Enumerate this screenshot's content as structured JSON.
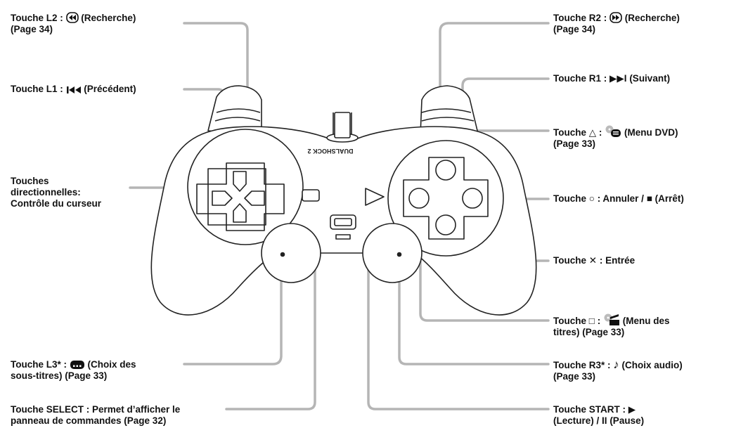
{
  "diagram": {
    "model_text": "DUALSHOCK 2",
    "labels": {
      "l2": {
        "key": "Touche L2 :",
        "desc": "(Recherche)",
        "page": "(Page 34)"
      },
      "l1": {
        "key": "Touche L1 :",
        "desc": "(Précédent)"
      },
      "dpad": {
        "line1": "Touches",
        "line2": "directionnelles:",
        "line3": "Contrôle du curseur"
      },
      "l3": {
        "key": "Touche L3* :",
        "desc": "(Choix des",
        "line2": "sous-titres) (Page 33)"
      },
      "select": {
        "line1": "Touche SELECT : Permet d’afficher le",
        "line2": "panneau de commandes (Page 32)"
      },
      "r2": {
        "key": "Touche R2 :",
        "desc": "(Recherche)",
        "page": "(Page 34)"
      },
      "r1": {
        "key": "Touche R1 :",
        "symbol": "▶▶I",
        "desc": "(Suivant)"
      },
      "triangle": {
        "key": "Touche",
        "symbol": "△",
        "sep": ":",
        "desc": "(Menu DVD)",
        "page": "(Page 33)"
      },
      "circle": {
        "key": "Touche",
        "symbol": "○",
        "desc": ": Annuler /",
        "stop": "■",
        "desc2": "(Arrêt)"
      },
      "cross": {
        "key": "Touche",
        "symbol": "✕",
        "desc": ": Entrée"
      },
      "square": {
        "key": "Touche",
        "symbol": "□",
        "sep": ":",
        "desc": "(Menu des",
        "line2": "titres) (Page 33)"
      },
      "r3": {
        "key": "Touche R3* :",
        "symbol": "♪",
        "desc": "(Choix audio)",
        "page": "(Page 33)"
      },
      "start": {
        "key": "Touche START :",
        "symbol": "▶",
        "line2a": "(Lecture) /",
        "pause": "II",
        "line2b": "(Pause)"
      }
    }
  }
}
